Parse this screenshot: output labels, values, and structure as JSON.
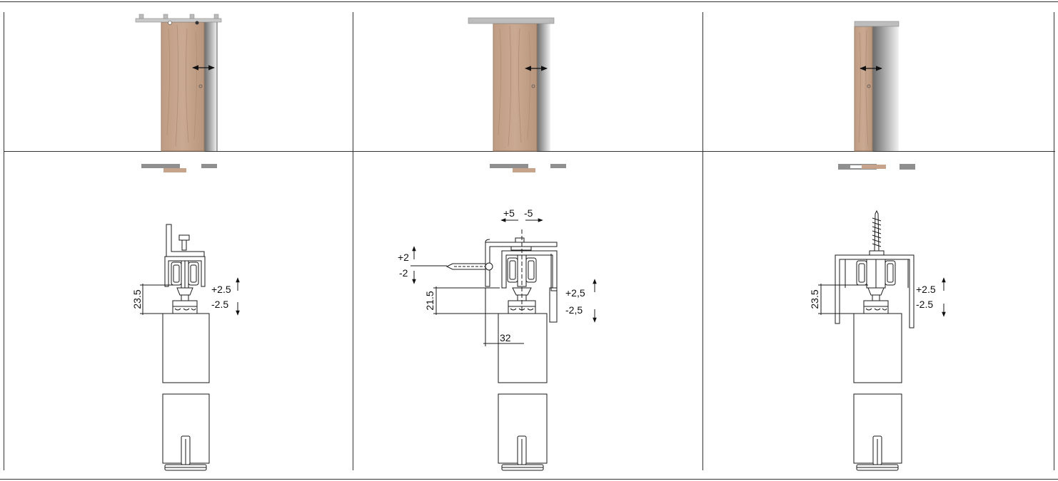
{
  "colors": {
    "wood": "#c5a48b",
    "wood_dark": "#a98670",
    "rail": "#b9b9b9",
    "rail_dark": "#8f8f8f",
    "wall_dark": "#6d6d6d",
    "line": "#1a1a1a",
    "background": "#ffffff"
  },
  "icons": {
    "slide_arrow": "double-horizontal-arrow-icon",
    "vertical_adjust": "vertical-arrow-icon"
  },
  "panels": [
    {
      "id": "left",
      "mount": "ceiling-bracket",
      "dimensions": {
        "height": "23.5",
        "adjust_up": "+2.5",
        "adjust_down": "-2.5"
      }
    },
    {
      "id": "middle",
      "mount": "wall-bracket",
      "dimensions": {
        "height": "21.5",
        "width": "32",
        "horizontal_plus": "+5",
        "horizontal_minus": "-5",
        "wall_plus": "+2",
        "wall_minus": "-2",
        "adjust_up": "+2,5",
        "adjust_down": "-2,5"
      }
    },
    {
      "id": "right",
      "mount": "ceiling-screw",
      "dimensions": {
        "height": "23.5",
        "adjust_up": "+2.5",
        "adjust_down": "-2.5"
      }
    }
  ]
}
